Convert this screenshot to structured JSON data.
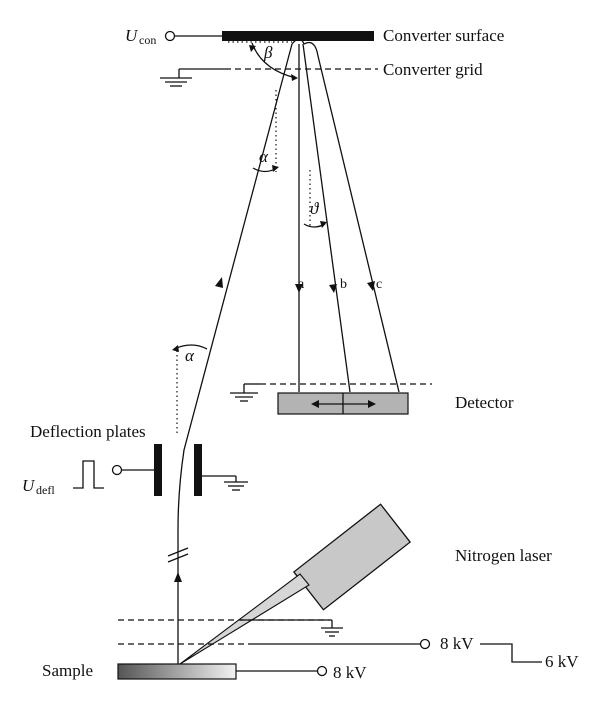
{
  "labels": {
    "converter_surface": "Converter surface",
    "converter_grid": "Converter grid",
    "detector": "Detector",
    "deflection_plates": "Deflection plates",
    "nitrogen_laser": "Nitrogen laser",
    "sample": "Sample",
    "u_con_main": "U",
    "u_con_sub": "con",
    "u_defl_main": "U",
    "u_defl_sub": "defl",
    "voltage_8kv_a": "8 kV",
    "voltage_8kv_b": "8 kV",
    "voltage_6kv": "6 kV",
    "beta": "β",
    "alpha_top": "α",
    "alpha_bottom": "α",
    "theta": "ϑ",
    "path_a": "a",
    "path_b": "b",
    "path_c": "c"
  },
  "colors": {
    "ink": "#111111",
    "detector_fill": "#b3b3b3",
    "laser_fill": "#c8c8c8",
    "sample_gradient_dark": "#555555",
    "sample_gradient_light": "#f2f2f2"
  }
}
